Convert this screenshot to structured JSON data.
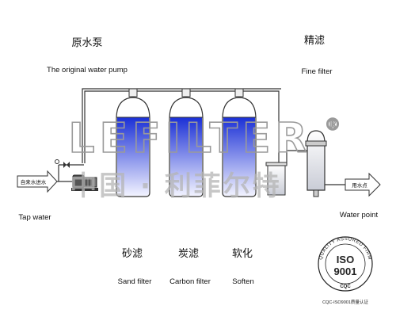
{
  "labels": {
    "pump_cn": "原水泵",
    "pump_en": "The original water pump",
    "fine_cn": "精滤",
    "fine_en": "Fine filter",
    "tap_en": "Tap water",
    "inlet_tag": "自来水进水",
    "outlet_tag": "用水点",
    "water_point_en": "Water point",
    "sand_cn": "砂滤",
    "sand_en": "Sand filter",
    "carbon_cn": "炭滤",
    "carbon_en": "Carbon filter",
    "soften_cn": "软化",
    "soften_en": "Soften"
  },
  "watermark": {
    "brand": "LEFILTER",
    "registered": "®",
    "cn": "中国 · 利菲尔特"
  },
  "certification": {
    "ring_text": "QUALITY ASSURED FIRM",
    "iso": "ISO",
    "number": "9001",
    "mark": "CQC",
    "caption": "CQC-ISO9001质量认证"
  },
  "colors": {
    "water_top": "#1a2fd6",
    "water_bottom": "#f2f3ff",
    "line": "#333333"
  }
}
